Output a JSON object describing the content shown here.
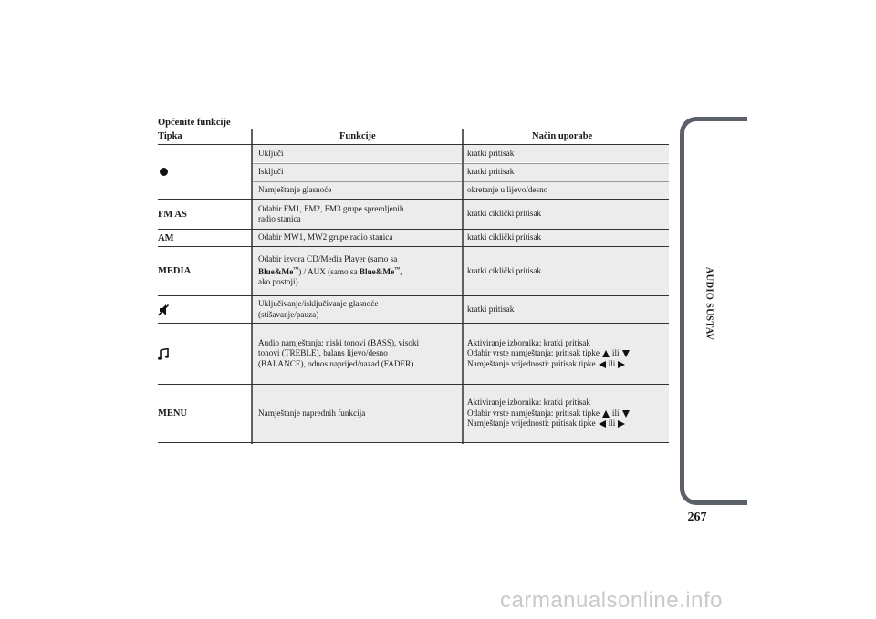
{
  "table_title": "Općenite funkcije",
  "headers": {
    "col1": "Tipka",
    "col2": "Funkcije",
    "col3": "Način uporabe"
  },
  "rows": [
    {
      "key": "",
      "key_icon": "power-volume-knob-icon",
      "items": [
        {
          "function": "Uključi",
          "usage": "kratki pritisak"
        },
        {
          "function": "Isključi",
          "usage": "kratki pritisak"
        },
        {
          "function": "Namještanje glasnoće",
          "usage": "okretanje u lijevo/desno"
        }
      ]
    },
    {
      "key": "FM AS",
      "function_lines": [
        "Odabir FM1, FM2, FM3 grupe spremljenih",
        "radio stanica"
      ],
      "usage": "kratki ciklički pritisak"
    },
    {
      "key": "AM",
      "function": "Odabir MW1, MW2 grupe radio stanica",
      "usage": "kratki ciklički pritisak"
    },
    {
      "key": "MEDIA",
      "function_parts": [
        "Odabir izvora CD/Media Player (samo sa",
        "Blue&Me",
        "™",
        ") / AUX (samo sa ",
        "Blue&Me",
        "™",
        ",",
        "ako postoji)"
      ],
      "usage": "kratki ciklički pritisak"
    },
    {
      "key": "",
      "key_icon": "mute-icon",
      "function_lines": [
        "Uključivanje/isključivanje glasnoće",
        "(stišavanje/pauza)"
      ],
      "usage": "kratki pritisak"
    },
    {
      "key": "",
      "key_icon": "audio-note-icon",
      "function_lines": [
        "Audio namještanja: niski tonovi (BASS), visoki",
        "tonovi (TREBLE), balans lijevo/desno",
        "(BALANCE), odnos naprijed/nazad (FADER)"
      ],
      "usage_lines": [
        "Aktiviranje izbornika: kratki pritisak",
        "Odabir vrste namještanja: pritisak tipke",
        "ili",
        "Namještanje vrijednosti: pritisak tipke",
        "ili"
      ]
    },
    {
      "key": "MENU",
      "function": "Namještanje naprednih funkcija",
      "usage_lines": [
        "Aktiviranje izbornika: kratki pritisak",
        "Odabir vrste namještanja: pritisak tipke",
        "ili",
        "Namještanje vrijednosti: pritisak tipke",
        "ili"
      ]
    }
  ],
  "side_tab": {
    "label": "AUDIO SUSTAV"
  },
  "page_number": "267",
  "footer_watermark": "carmanualsonline.info",
  "colors": {
    "table_shade": "#ececec",
    "tab_border": "#5c6068",
    "watermark": "#c9c9c9"
  }
}
